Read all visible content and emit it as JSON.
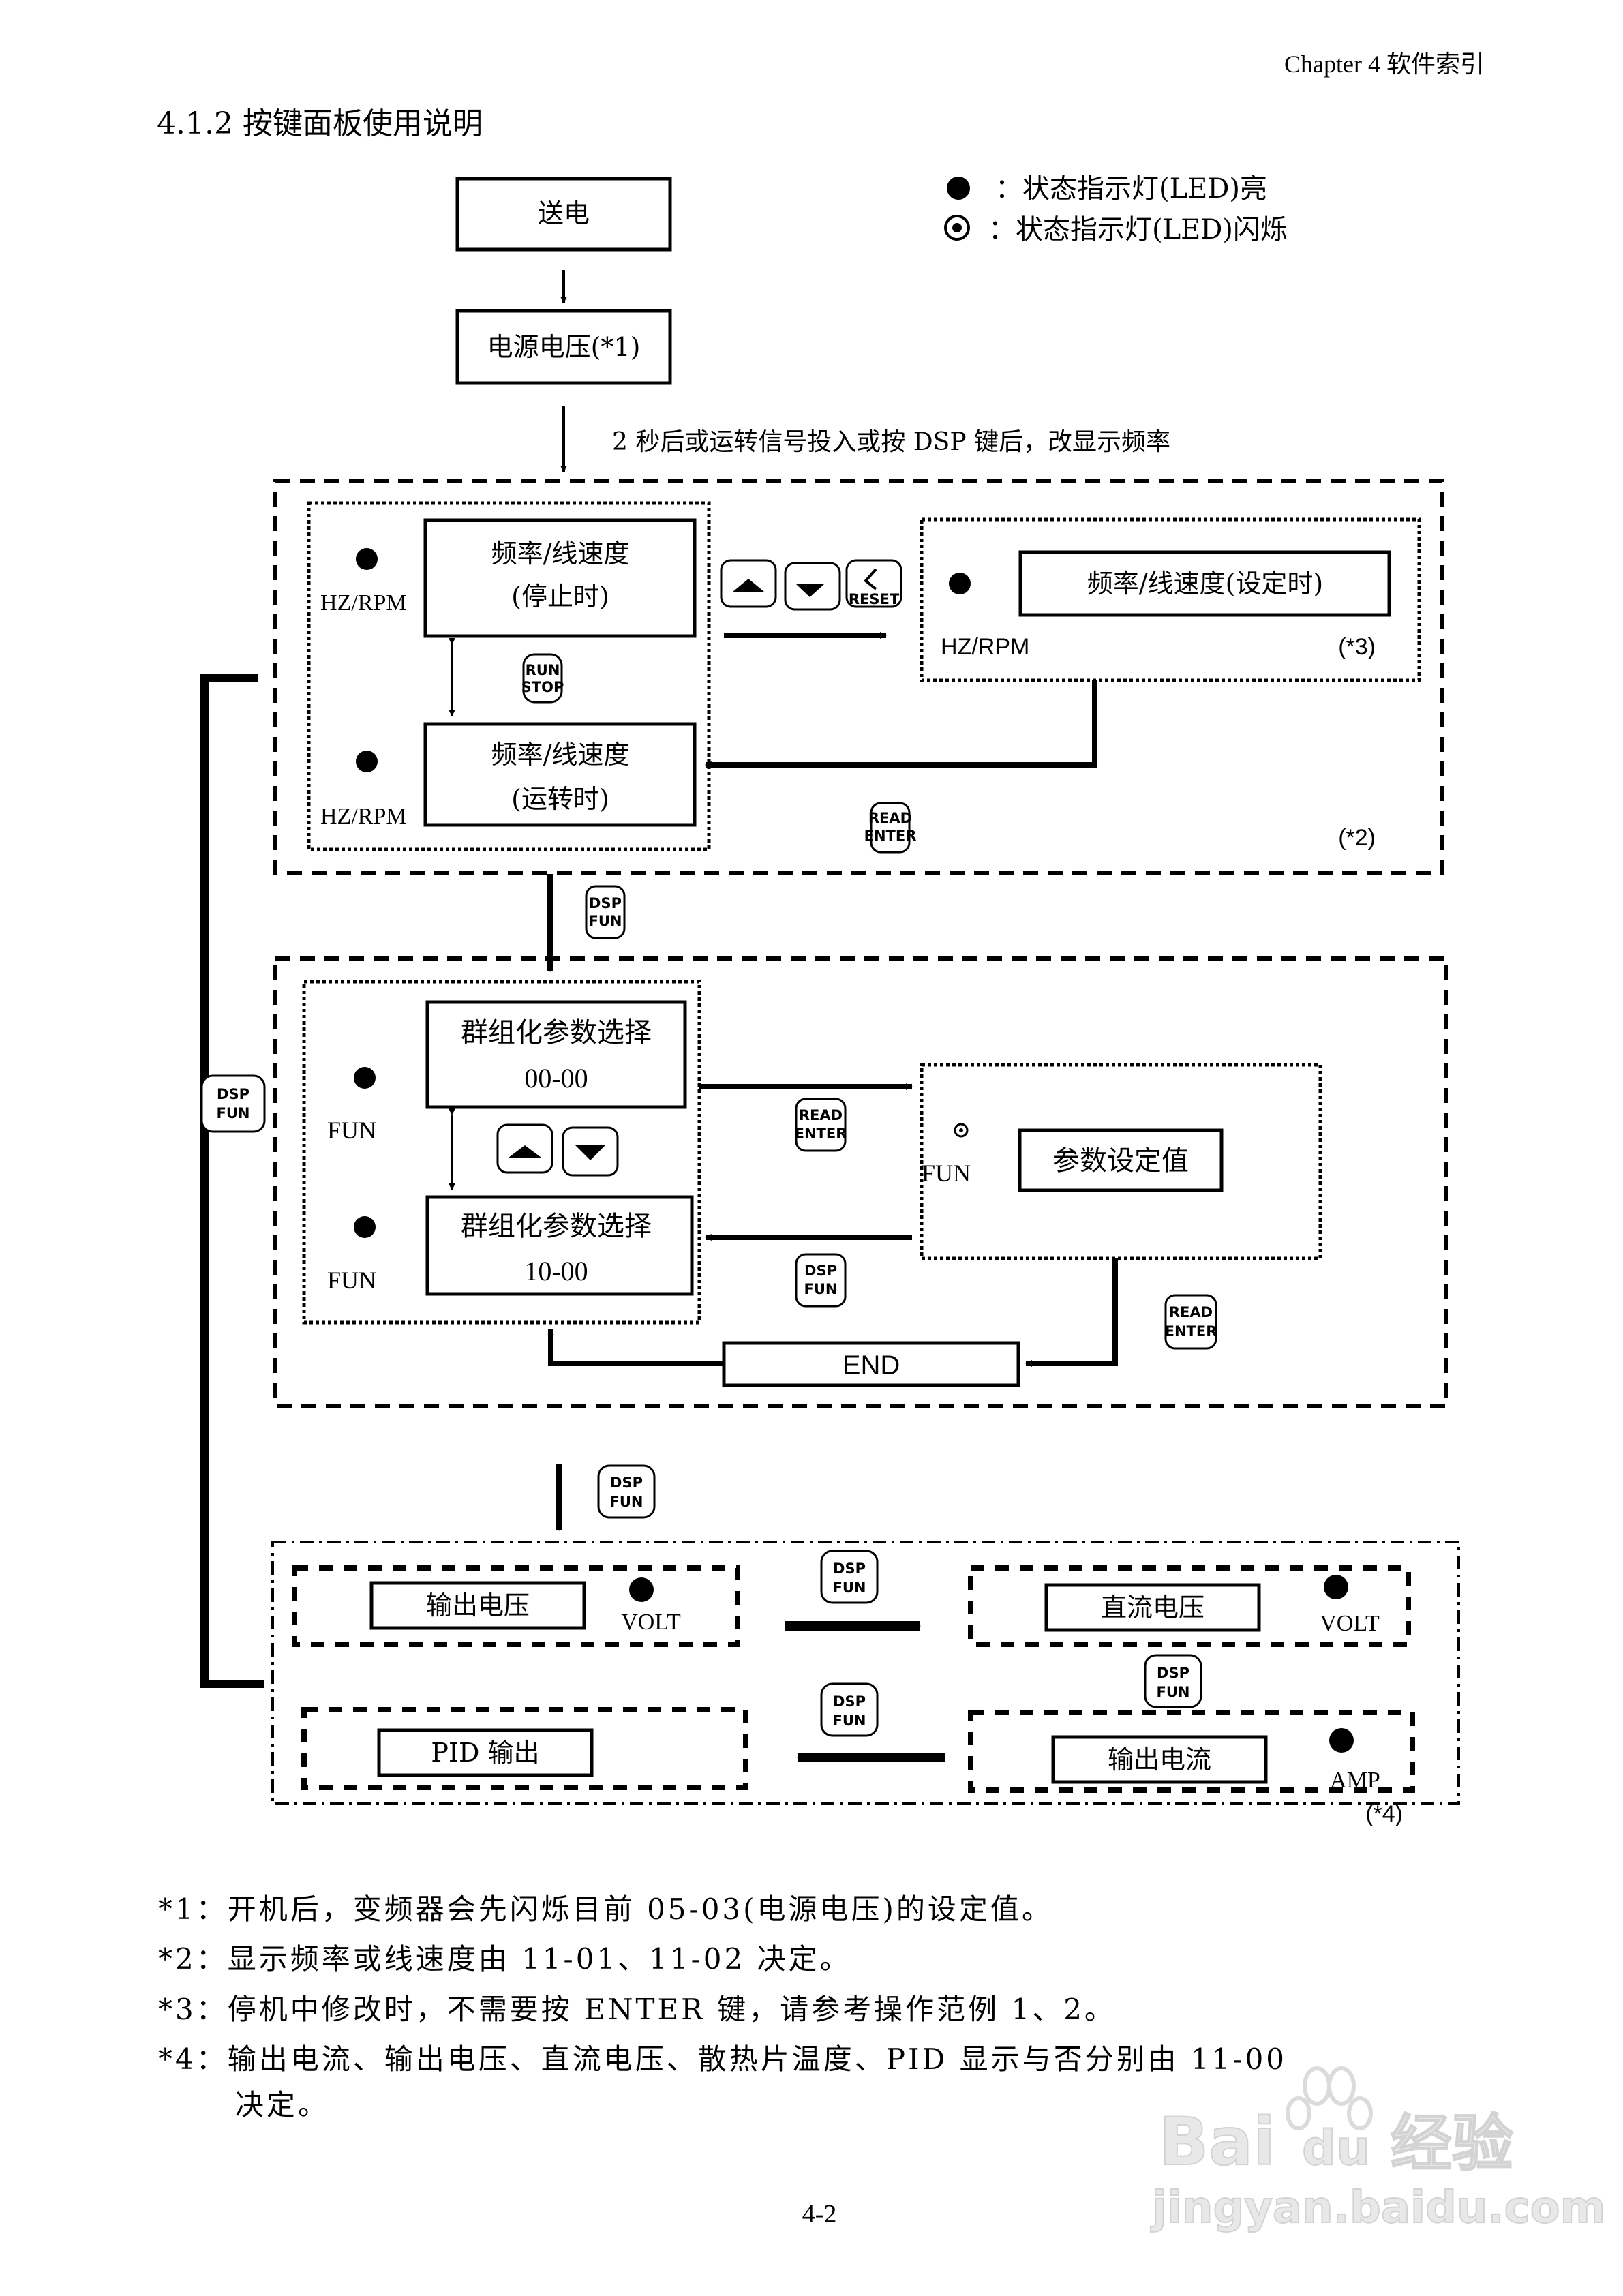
{
  "header": {
    "chapter": "Chapter 4  软件索引"
  },
  "section_title": "4.1.2 按键面板使用说明",
  "legend": {
    "on": {
      "icon": "led-solid-icon",
      "label": "：状态指示灯(LED)亮"
    },
    "blink": {
      "icon": "led-blink-icon",
      "label": "：状态指示灯(LED)闪烁"
    }
  },
  "flow": {
    "power_on": "送电",
    "supply_voltage": "电源电压(*1)",
    "after_note": "2 秒后或运转信号投入或按  DSP  键后，改显示频率",
    "group1": {
      "note": "(*2)",
      "stop_box": {
        "line1": "频率/线速度",
        "line2": "(停止时)",
        "led": "HZ/RPM"
      },
      "run_box": {
        "line1": "频率/线速度",
        "line2": "(运转时)",
        "led": "HZ/RPM"
      },
      "set_box": {
        "label": "频率/线速度(设定时)",
        "led": "HZ/RPM",
        "note": "(*3)"
      },
      "keys": {
        "up": "up-key",
        "down": "down-key",
        "reset": "RESET",
        "run_stop": [
          "RUN",
          "STOP"
        ],
        "read_enter": [
          "READ",
          "ENTER"
        ]
      }
    },
    "key_dsp_fun": [
      "DSP",
      "FUN"
    ],
    "group2": {
      "box_a": {
        "line1": "群组化参数选择",
        "line2": "00-00",
        "led": "FUN"
      },
      "box_b": {
        "line1": "群组化参数选择",
        "line2": "10-00",
        "led": "FUN"
      },
      "param_box": {
        "label": "参数设定值",
        "led": "FUN"
      },
      "end_box": "END",
      "read_enter": [
        "READ",
        "ENTER"
      ]
    },
    "group3": {
      "note": "(*4)",
      "output_voltage": {
        "label": "输出电压",
        "led": "VOLT"
      },
      "dc_voltage": {
        "label": "直流电压",
        "led": "VOLT"
      },
      "output_current": {
        "label": "输出电流",
        "led": "AMP"
      },
      "pid_output": {
        "label": "PID 输出"
      }
    }
  },
  "footnotes": [
    "*1：开机后，变频器会先闪烁目前 05-03(电源电压)的设定值。",
    "*2：显示频率或线速度由 11-01、11-02 决定。",
    "*3：停机中修改时，不需要按 ENTER 键，请参考操作范例 1、2。",
    "*4：输出电流、输出电压、直流电压、散热片温度、PID 显示与否分别由 11-00",
    "决定。"
  ],
  "page_number": "4-2",
  "watermark": {
    "brand": "Bai",
    "brand2": "du",
    "cn": "经验",
    "url": "jingyan.baidu.com"
  }
}
